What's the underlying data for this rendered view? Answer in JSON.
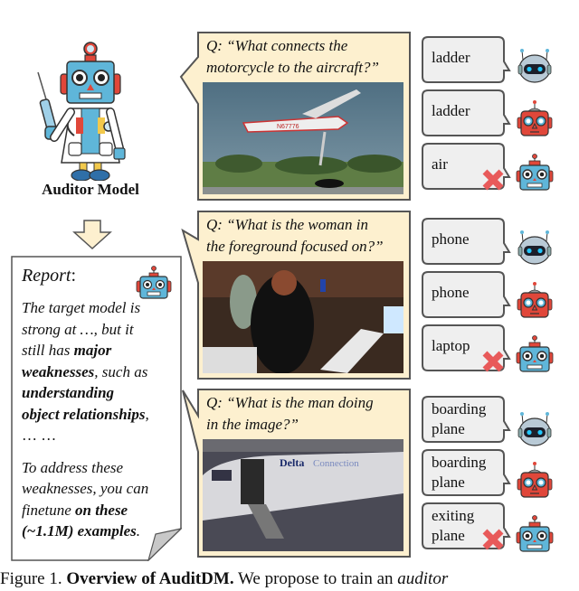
{
  "auditor": {
    "label": "Auditor Model"
  },
  "report": {
    "title": "Report",
    "title_suffix": ":",
    "body": {
      "l1": "The target model is",
      "l2": "strong at …, but it",
      "l3a": "still has ",
      "l3b": "major",
      "l4a": "weaknesses",
      "l4b": ", such as",
      "l5": "understanding",
      "l6a": "object relationships",
      "l6b": ",",
      "l7": "… …",
      "l8": "To address these",
      "l9": "weaknesses, you can",
      "l10a": "finetune ",
      "l10b": "on these",
      "l11a": "(~1.1M) examples",
      "l11b": "."
    }
  },
  "questions": [
    {
      "line1": "Q: “What connects the",
      "line2": "motorcycle to the aircraft?”",
      "image": "small plane with ladder to motorcycle",
      "answers": [
        {
          "text": "ladder",
          "model": "silver-robot",
          "correct": true
        },
        {
          "text": "ladder",
          "model": "red-robot",
          "correct": true
        },
        {
          "text": "air",
          "model": "blue-robot",
          "correct": false
        }
      ]
    },
    {
      "line1": "Q: “What is the woman in",
      "line2": "the foreground focused on?”",
      "image": "woman holding phone at laptop",
      "answers": [
        {
          "text": "phone",
          "model": "silver-robot",
          "correct": true
        },
        {
          "text": "phone",
          "model": "red-robot",
          "correct": true
        },
        {
          "text": "laptop",
          "model": "blue-robot",
          "correct": false
        }
      ]
    },
    {
      "line1": "Q: “What is the man doing",
      "line2": "in the image?”",
      "image": "Delta Connection plane with stairs",
      "answers": [
        {
          "line1": "boarding",
          "line2": "plane",
          "model": "silver-robot",
          "correct": true
        },
        {
          "line1": "boarding",
          "line2": "plane",
          "model": "red-robot",
          "correct": true
        },
        {
          "line1": "exiting",
          "line2": "plane",
          "model": "blue-robot",
          "correct": false
        }
      ]
    }
  ],
  "plane_text": {
    "tail": "N67776",
    "airline": "Delta",
    "airline2": "Connection"
  },
  "caption": {
    "prefix": "Figure 1. ",
    "bold": "Overview of AuditDM.",
    "rest": " We propose to train an ",
    "italic": "auditor"
  },
  "colors": {
    "panel_bg": "#fdf0cf",
    "panel_border": "#5a5a5a",
    "bubble_bg": "#efefef",
    "cross": "#e85a5a",
    "blue_robot": "#5fb6d9",
    "red_robot": "#e0473a",
    "silver_robot": "#b9cad6"
  }
}
